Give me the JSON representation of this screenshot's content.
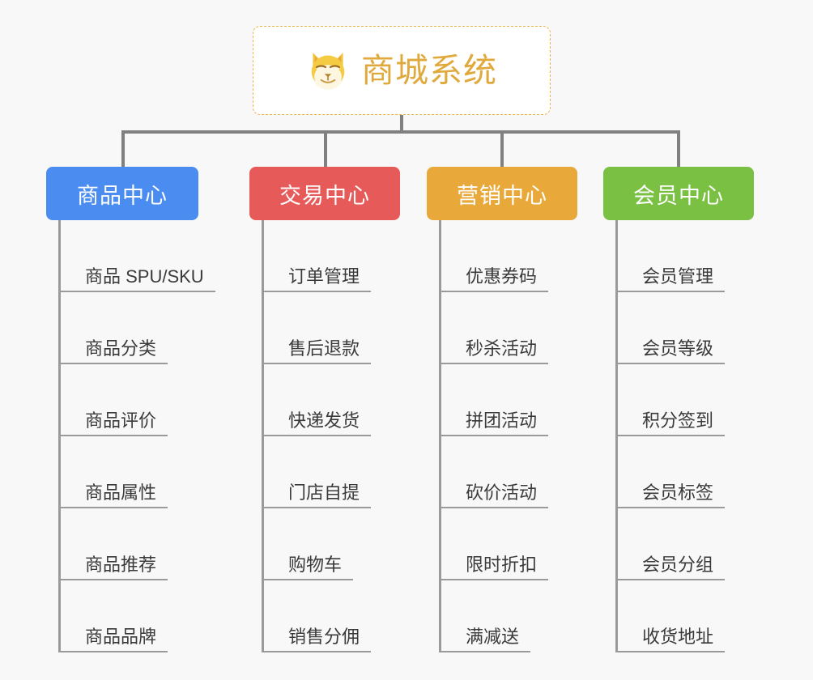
{
  "page": {
    "background_color": "#f8f8f8",
    "type": "mindmap-tree"
  },
  "root": {
    "title": "商城系统",
    "icon": "shiba-dog-face-icon",
    "border_color": "#edb34a",
    "text_color": "#e0a93c",
    "background_color": "#ffffff"
  },
  "branches": [
    {
      "label": "商品中心",
      "color": "#4a8cf0",
      "items": [
        "商品 SPU/SKU",
        "商品分类",
        "商品评价",
        "商品属性",
        "商品推荐",
        "商品品牌"
      ]
    },
    {
      "label": "交易中心",
      "color": "#e65a5a",
      "items": [
        "订单管理",
        "售后退款",
        "快递发货",
        "门店自提",
        "购物车",
        "销售分佣"
      ]
    },
    {
      "label": "营销中心",
      "color": "#e8a93a",
      "items": [
        "优惠券码",
        "秒杀活动",
        "拼团活动",
        "砍价活动",
        "限时折扣",
        "满减送"
      ]
    },
    {
      "label": "会员中心",
      "color": "#79c043",
      "items": [
        "会员管理",
        "会员等级",
        "积分签到",
        "会员标签",
        "会员分组",
        "收货地址"
      ]
    }
  ],
  "connector_color": "#808080",
  "leaf_line_color": "#9a9a9a"
}
